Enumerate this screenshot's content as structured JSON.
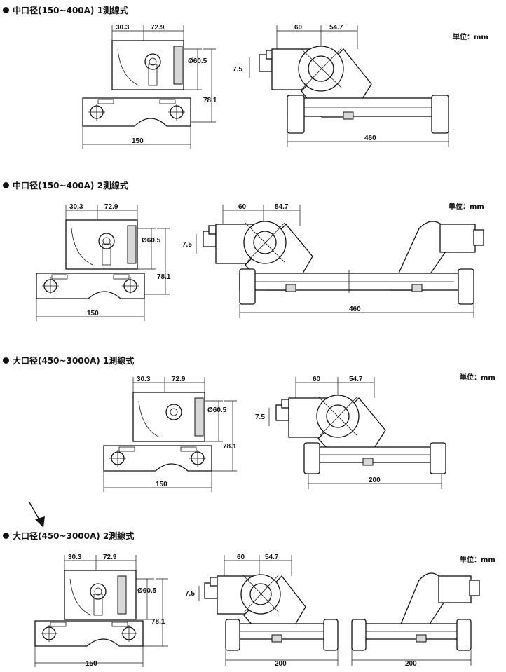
{
  "unit_label": "単位：mm",
  "sections": [
    {
      "title": "中口径(150~400A) 1測線式",
      "front": {
        "dim_a": "30.3",
        "dim_b": "72.9",
        "diameter": "Ø60.5",
        "height": "78.1",
        "width": "150"
      },
      "side": {
        "dim_a": "60",
        "dim_b": "54.7",
        "offset": "7.5",
        "length": "460"
      }
    },
    {
      "title": "中口径(150~400A) 2測線式",
      "front": {
        "dim_a": "30.3",
        "dim_b": "72.9",
        "diameter": "Ø60.5",
        "height": "78.1",
        "width": "150"
      },
      "side": {
        "dim_a": "60",
        "dim_b": "54.7",
        "offset": "7.5",
        "length": "460"
      }
    },
    {
      "title": "大口径(450~3000A) 1測線式",
      "front": {
        "dim_a": "30.3",
        "dim_b": "72.9",
        "diameter": "Ø60.5",
        "height": "78.1",
        "width": "150"
      },
      "side": {
        "dim_a": "60",
        "dim_b": "54.7",
        "offset": "7.5",
        "length": "200"
      }
    },
    {
      "title": "大口径(450~3000A) 2測線式",
      "front": {
        "dim_a": "30.3",
        "dim_b": "72.9",
        "diameter": "Ø60.5",
        "height": "78.1",
        "width": "150"
      },
      "side": {
        "dim_a": "60",
        "dim_b": "54.7",
        "offset": "7.5",
        "length": "200",
        "length2": "200"
      }
    }
  ]
}
